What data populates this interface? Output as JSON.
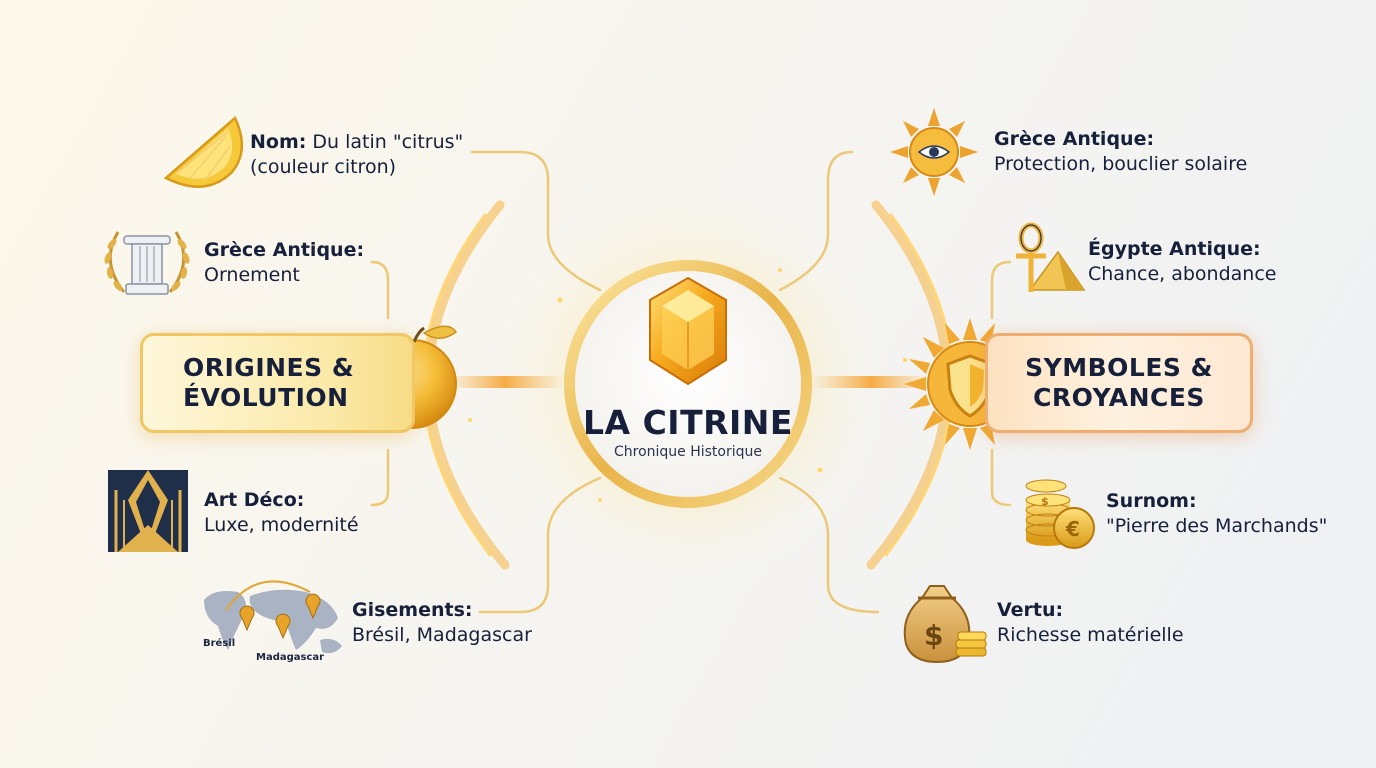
{
  "center": {
    "title": "LA CITRINE",
    "subtitle": "Chronique Historique",
    "icon": "citrine-gem-icon"
  },
  "hubs": {
    "left": {
      "line1": "ORIGINES &",
      "line2": "ÉVOLUTION",
      "icon": "orange-fruit-icon"
    },
    "right": {
      "line1": "SYMBOLES &",
      "line2": "CROYANCES",
      "icon": "sun-shield-icon"
    }
  },
  "left_items": [
    {
      "title": "Nom:",
      "text": "Du latin \"citrus\"",
      "text2": "(couleur citron)",
      "icon": "lemon-slice-icon"
    },
    {
      "title": "Grèce Antique:",
      "text": "Ornement",
      "icon": "greek-column-laurel-icon"
    },
    {
      "title": "Art Déco:",
      "text": "Luxe, modernité",
      "icon": "art-deco-icon"
    },
    {
      "title": "Gisements:",
      "text": "Brésil, Madagascar",
      "icon": "world-map-icon",
      "map_labels": [
        "Brésil",
        "Madagascar"
      ]
    }
  ],
  "right_items": [
    {
      "title": "Grèce Antique:",
      "text": "Protection, bouclier solaire",
      "icon": "sun-eye-icon"
    },
    {
      "title": "Égypte Antique:",
      "text": "Chance, abondance",
      "icon": "ankh-pyramid-icon"
    },
    {
      "title": "Surnom:",
      "text": "\"Pierre des Marchands\"",
      "icon": "gold-coins-icon"
    },
    {
      "title": "Vertu:",
      "text": "Richesse matérielle",
      "icon": "money-bag-icon"
    }
  ],
  "colors": {
    "gold": "#f0b93a",
    "connector": "#ecc978",
    "navy": "#16203a",
    "orange": "#f0a040"
  }
}
